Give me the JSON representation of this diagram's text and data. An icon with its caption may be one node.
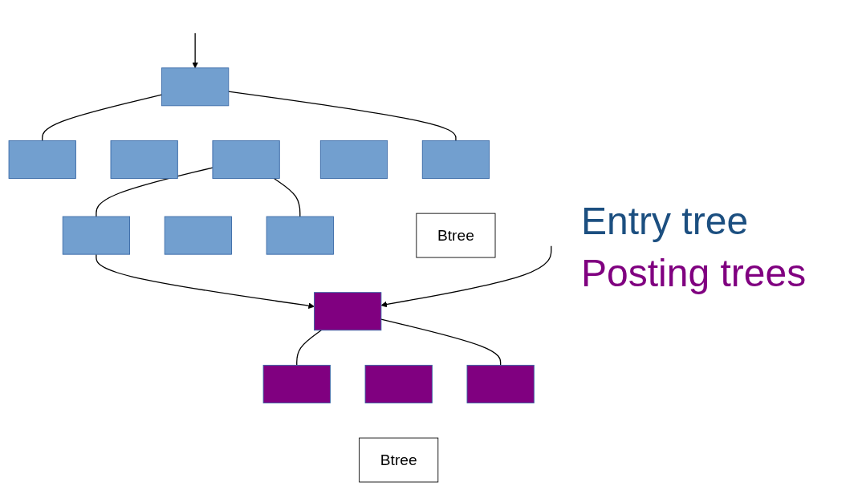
{
  "diagram": {
    "nodes": [
      {
        "text": [],
        "shape": "box"
      },
      {
        "text": [],
        "shape": "box"
      },
      {
        "text": [],
        "shape": "box"
      },
      {
        "text": [],
        "shape": "box"
      },
      {
        "text": [],
        "shape": "box"
      },
      {
        "text": [],
        "shape": "box"
      },
      {
        "text": [],
        "shape": "box"
      },
      {
        "text": [],
        "shape": "box"
      },
      {
        "text": [],
        "shape": "box"
      },
      {
        "text": [],
        "shape": "box"
      },
      {
        "text": [],
        "shape": "box"
      },
      {
        "text": [],
        "shape": "box"
      },
      {
        "text": [],
        "shape": "box"
      },
      {
        "text": [
          "Btree"
        ]
      },
      {
        "text": [
          "Btree"
        ]
      }
    ],
    "edges": [
      {
        "from": null,
        "to": 0,
        "arrow": "to"
      },
      {
        "from": 0,
        "to": 1,
        "arrow": "none"
      },
      {
        "from": 0,
        "to": 5,
        "arrow": "none"
      },
      {
        "from": 3,
        "to": 6,
        "arrow": "none"
      },
      {
        "from": 3,
        "to": 8,
        "arrow": "none"
      },
      {
        "from": 6,
        "to": 9,
        "arrow": "to"
      },
      {
        "from": null,
        "to": 9,
        "arrow": "to"
      },
      {
        "from": 9,
        "to": 10,
        "arrow": "none"
      },
      {
        "from": 9,
        "to": 12,
        "arrow": "none"
      }
    ],
    "labels": [
      "Entry tree",
      "Posting trees"
    ]
  }
}
